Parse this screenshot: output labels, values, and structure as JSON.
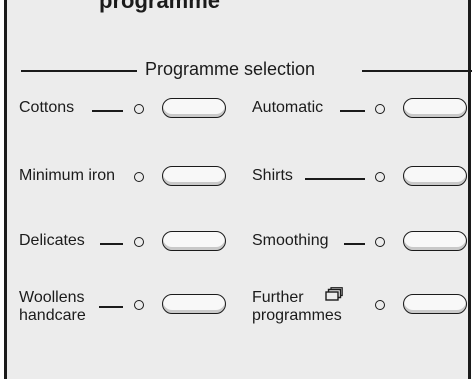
{
  "header": {
    "title_cut": "programme",
    "section_title": "Programme selection"
  },
  "programmes": {
    "left": [
      {
        "label_line1": "Cottons",
        "label_line2": ""
      },
      {
        "label_line1": "Minimum iron",
        "label_line2": ""
      },
      {
        "label_line1": "Delicates",
        "label_line2": ""
      },
      {
        "label_line1": "Woollens",
        "label_line2": "handcare"
      }
    ],
    "right": [
      {
        "label_line1": "Automatic",
        "label_line2": ""
      },
      {
        "label_line1": "Shirts",
        "label_line2": ""
      },
      {
        "label_line1": "Smoothing",
        "label_line2": ""
      },
      {
        "label_line1": "Further",
        "label_line2": "programmes"
      }
    ]
  },
  "icons": {
    "further_programmes": "multiple-pages-icon",
    "indicator": "indicator-light-icon",
    "button": "programme-button-icon"
  },
  "colors": {
    "panel_background": "#ececec",
    "ink": "#1b1b1b",
    "button_fill": "#f8f8f8"
  }
}
